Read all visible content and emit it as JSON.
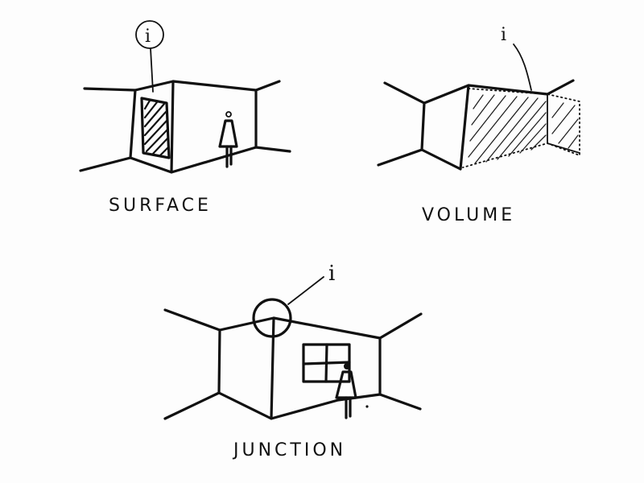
{
  "sketches": {
    "surface": {
      "label": "SURFACE",
      "marker": "i"
    },
    "volume": {
      "label": "VOLUME",
      "marker": "i"
    },
    "junction": {
      "label": "JUNCTION",
      "marker": "i"
    }
  },
  "colors": {
    "ink": "#111111",
    "paper": "#fdfdfd"
  }
}
